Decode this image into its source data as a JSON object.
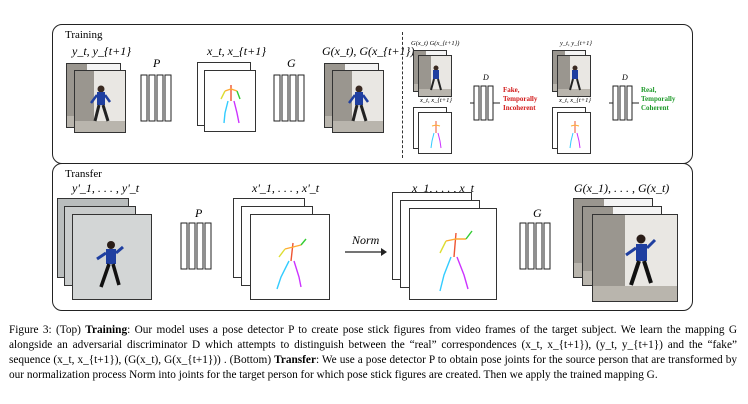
{
  "training": {
    "title": "Training",
    "lbl_ytyt1": "y_t, y_{t+1}",
    "lbl_P": "P",
    "lbl_xtxt1": "x_t, x_{t+1}",
    "lbl_G": "G",
    "lbl_Gx": "G(x_t), G(x_{t+1})",
    "d_fake": {
      "top": "G(x_t) G(x_{t+1})",
      "bottom": "x_t, x_{t+1}",
      "D": "D",
      "result": "Fake, Temporally Incoherent"
    },
    "d_real": {
      "top": "y_t, y_{t+1}",
      "bottom": "x_t, x_{t+1}",
      "D": "D",
      "result": "Real, Temporally Coherent"
    }
  },
  "transfer": {
    "title": "Transfer",
    "lbl_yprime": "y'_1, . . . , y'_t",
    "lbl_P": "P",
    "lbl_xprime": "x'_1, . . . , x'_t",
    "lbl_norm": "Norm",
    "lbl_x": "x_1, . . . , x_t",
    "lbl_G": "G",
    "lbl_Gx": "G(x_1), . . . , G(x_t)"
  },
  "caption": {
    "fig": "Figure 3: (Top) ",
    "training": "Training",
    "part1": ": Our model uses a pose detector P to create pose stick figures from video frames of the target subject. We learn the mapping G alongside an adversarial discriminator D which attempts to distinguish between the “real” correspondences (x_t, x_{t+1}), (y_t, y_{t+1}) and the “fake” sequence (x_t, x_{t+1}), (G(x_t), G(x_{t+1})) . (Bottom) ",
    "transfer": "Transfer",
    "part2": ": We use a pose detector P to obtain pose joints for the source person that are transformed by our normalization process Norm into joints for the target person for which pose stick figures are created. Then we apply the trained mapping G."
  },
  "colors": {
    "fake": "#d21a1a",
    "real": "#1e9a2a",
    "dancer_shirt": "#1f3fa0"
  }
}
